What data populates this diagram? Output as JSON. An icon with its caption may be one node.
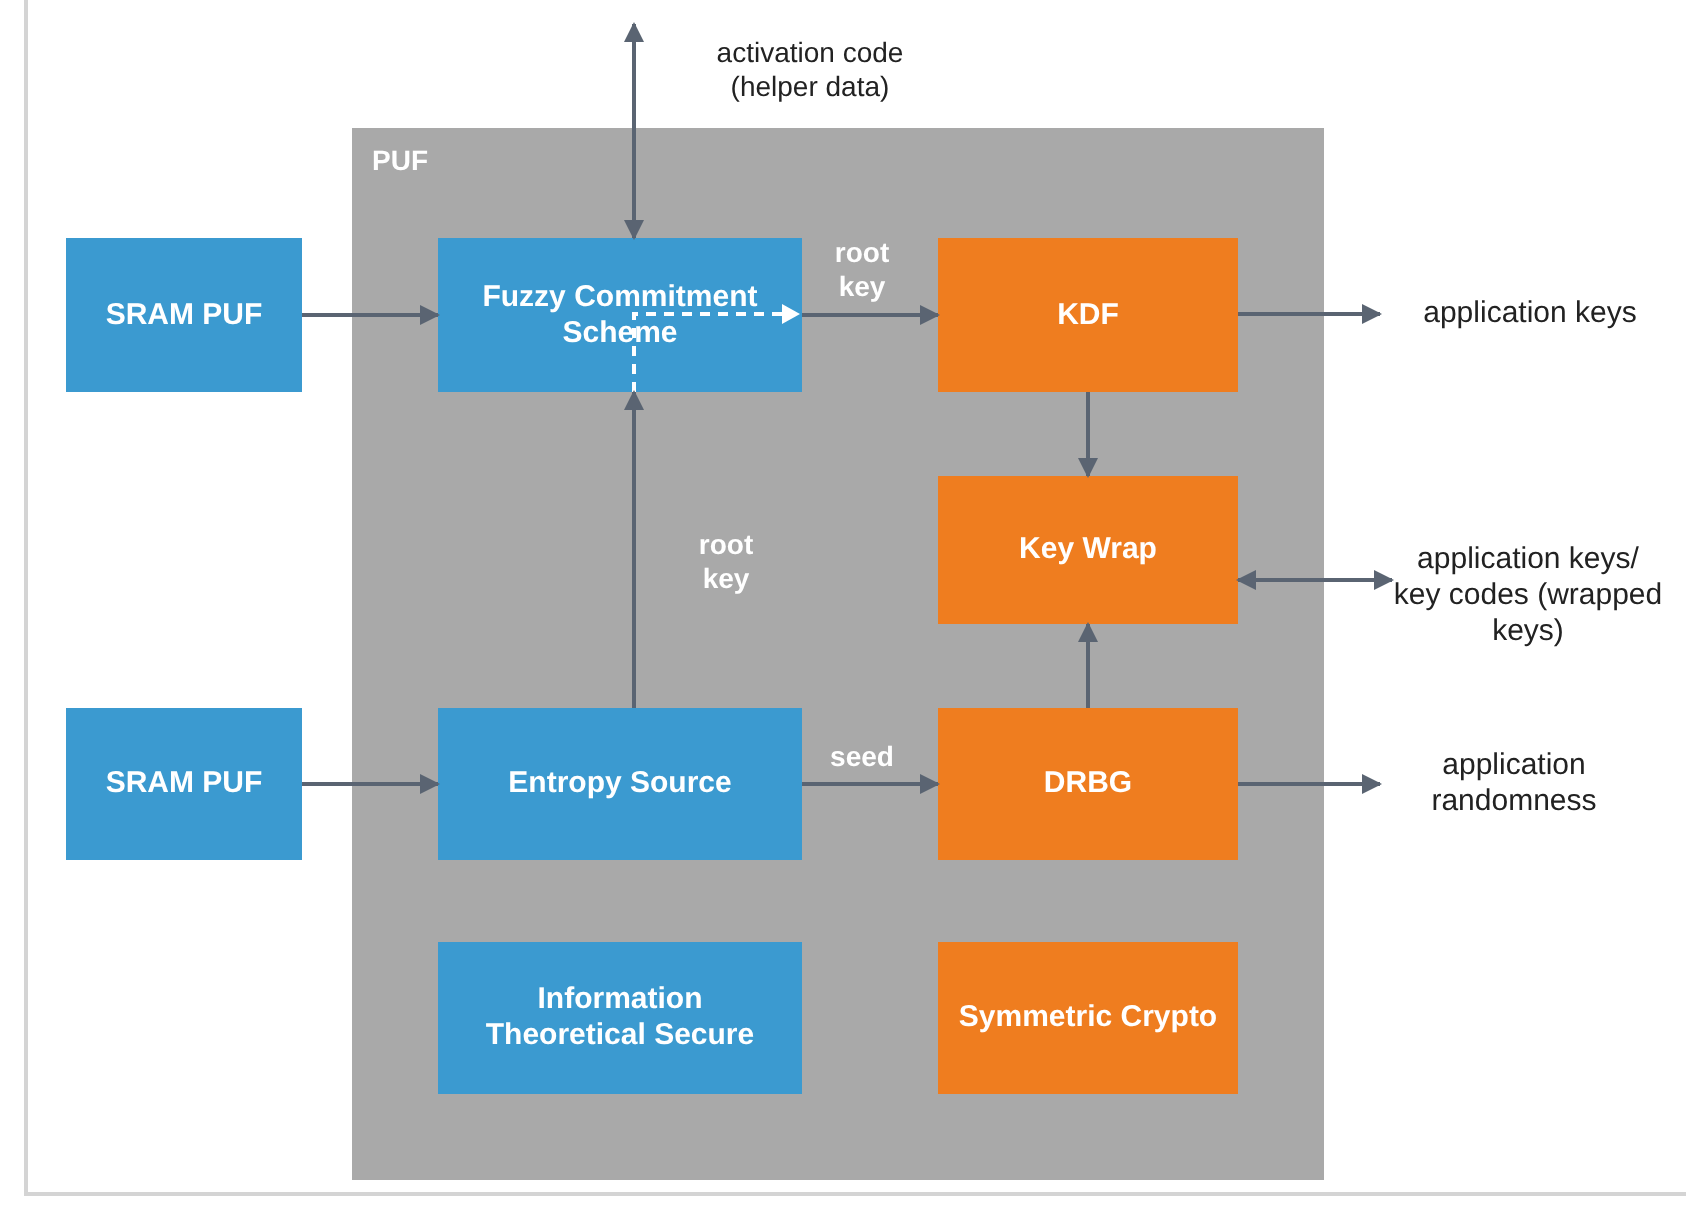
{
  "diagram": {
    "nodes": [
      {
        "text": [
          "PUF"
        ]
      },
      {
        "text": [
          "SRAM PUF"
        ]
      },
      {
        "text": [
          "Fuzzy Commitment Scheme"
        ],
        "in": 0
      },
      {
        "text": [
          "KDF"
        ],
        "in": 0
      },
      {
        "text": [
          "Key Wrap"
        ],
        "in": 0
      },
      {
        "text": [
          "SRAM PUF"
        ]
      },
      {
        "text": [
          "Entropy Source"
        ],
        "in": 0
      },
      {
        "text": [
          "DRBG"
        ],
        "in": 0
      },
      {
        "text": [
          "Information Theoretical Secure"
        ],
        "in": 0
      },
      {
        "text": [
          "Symmetric Crypto"
        ],
        "in": 0
      },
      {
        "text": [
          "application keys"
        ]
      },
      {
        "text": [
          "application keys/ key codes (wrapped keys)"
        ]
      },
      {
        "text": [
          "application randomness"
        ]
      }
    ],
    "edges": [
      {
        "from": null,
        "to": 2,
        "arrow": "both",
        "label": "activation code (helper data)"
      },
      {
        "from": 1,
        "to": 2,
        "arrow": "to"
      },
      {
        "from": 2,
        "to": 3,
        "arrow": "to",
        "label": "root key"
      },
      {
        "from": 3,
        "to": 10,
        "arrow": "to"
      },
      {
        "from": 3,
        "to": 4,
        "arrow": "to"
      },
      {
        "from": 4,
        "to": 11,
        "arrow": "both"
      },
      {
        "from": 6,
        "to": 2,
        "arrow": "to",
        "label": "root key"
      },
      {
        "from": 5,
        "to": 6,
        "arrow": "to"
      },
      {
        "from": 6,
        "to": 7,
        "arrow": "to",
        "label": "seed"
      },
      {
        "from": 7,
        "to": 4,
        "arrow": "to"
      },
      {
        "from": 7,
        "to": 12,
        "arrow": "to"
      }
    ]
  }
}
